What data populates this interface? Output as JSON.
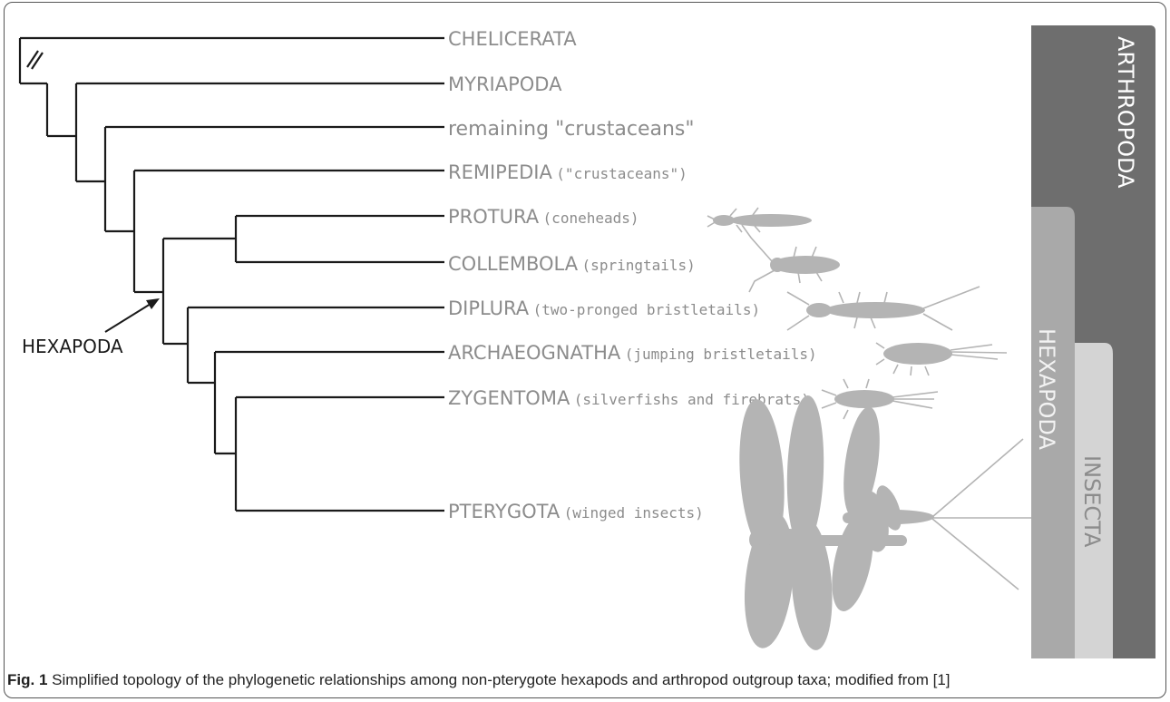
{
  "taxa": [
    {
      "name": "CHELICERATA",
      "common": ""
    },
    {
      "name": "MYRIAPODA",
      "common": ""
    },
    {
      "name": "remaining \"crustaceans\"",
      "common": ""
    },
    {
      "name": "REMIPEDIA",
      "common": "(\"crustaceans\")"
    },
    {
      "name": "PROTURA",
      "common": "(coneheads)"
    },
    {
      "name": "COLLEMBOLA",
      "common": "(springtails)"
    },
    {
      "name": "DIPLURA",
      "common": "(two-pronged bristletails)"
    },
    {
      "name": "ARCHAEOGNATHA",
      "common": "(jumping bristletails)"
    },
    {
      "name": "ZYGENTOMA",
      "common": "(silverfishs and firebrats)"
    },
    {
      "name": "PTERYGOTA",
      "common": "(winged insects)"
    }
  ],
  "node_label": "HEXAPODA",
  "clades": {
    "arthropoda": "ARTHROPODA",
    "hexapoda": "HEXAPODA",
    "insecta": "INSECTA"
  },
  "colors": {
    "arthropoda": "#6e6e6e",
    "hexapoda": "#a9a9a9",
    "insecta": "#d4d4d4",
    "tree": "#1a1a1a",
    "taxon_text": "#8c8c8c",
    "silhouette": "#b4b4b4"
  },
  "silhouettes": [
    "proturan",
    "springtail",
    "dipluran",
    "jumping-bristletail",
    "silverfish",
    "dragonfly",
    "mayfly"
  ],
  "caption": {
    "label": "Fig. 1",
    "text": " Simplified topology of the phylogenetic relationships among non-pterygote hexapods and arthropod outgroup taxa; modified from [1]"
  }
}
